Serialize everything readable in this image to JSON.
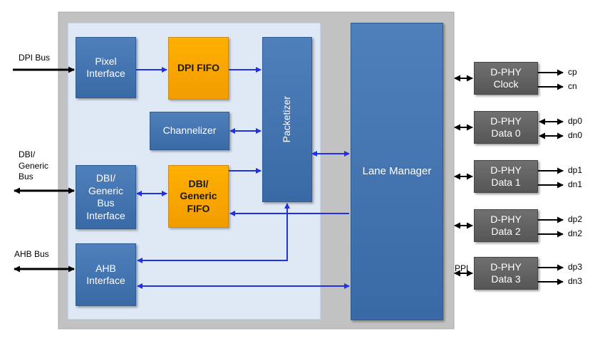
{
  "colors": {
    "outer_frame": "#c0c0c0",
    "inner_panel": "#dde6f4",
    "blue_block": "#4472c4",
    "orange_block": "#f5a300",
    "dphy_block": "#606060",
    "blue_arrow": "#1f30e8",
    "black_arrow": "#000000"
  },
  "blocks": {
    "pixel_interface": "Pixel\nInterface",
    "dpi_fifo": "DPI FIFO",
    "channelizer": "Channelizer",
    "packetizer": "Packetizer",
    "dbi_interface": "DBI/\nGeneric\nBus\nInterface",
    "dbi_fifo": "DBI/\nGeneric\nFIFO",
    "ahb_interface": "AHB\nInterface",
    "lane_manager": "Lane Manager"
  },
  "dphy": [
    {
      "label": "D-PHY\nClock",
      "p": "cp",
      "n": "cn"
    },
    {
      "label": "D-PHY\nData 0",
      "p": "dp0",
      "n": "dn0"
    },
    {
      "label": "D-PHY\nData 1",
      "p": "dp1",
      "n": "dn1"
    },
    {
      "label": "D-PHY\nData 2",
      "p": "dp2",
      "n": "dn2"
    },
    {
      "label": "D-PHY\nData 3",
      "p": "dp3",
      "n": "dn3"
    }
  ],
  "external": {
    "dpi_bus": "DPI Bus",
    "dbi_bus": "DBI/\nGeneric\nBus",
    "ahb_bus": "AHB Bus",
    "ppi": "PPI"
  }
}
